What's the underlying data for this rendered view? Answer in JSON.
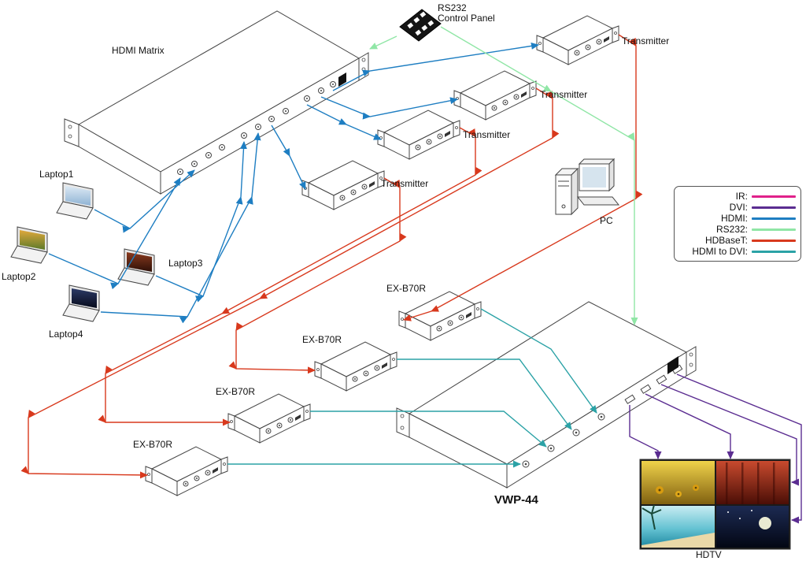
{
  "colors": {
    "ir": "#e0218a",
    "dvi": "#5b2d91",
    "hdmi": "#1e7ec2",
    "rs232": "#90e6a6",
    "hdbaset": "#d8391d",
    "hdmi_to_dvi": "#2ba2a6"
  },
  "devices": {
    "hdmi_matrix": "HDMI Matrix",
    "control_panel_line1": "RS232",
    "control_panel_line2": "Control Panel",
    "transmitter": "Transmitter",
    "receiver": "EX-B70R",
    "vwp": "VWP-44",
    "pc": "PC",
    "hdtv": "HDTV",
    "laptops": [
      "Laptop1",
      "Laptop2",
      "Laptop3",
      "Laptop4"
    ]
  },
  "legend": {
    "items": [
      {
        "label": "IR:",
        "color": "#e0218a"
      },
      {
        "label": "DVI:",
        "color": "#5b2d91"
      },
      {
        "label": "HDMI:",
        "color": "#1e7ec2"
      },
      {
        "label": "RS232:",
        "color": "#90e6a6"
      },
      {
        "label": "HDBaseT:",
        "color": "#d8391d"
      },
      {
        "label": "HDMI to DVI:",
        "color": "#2ba2a6"
      }
    ]
  }
}
